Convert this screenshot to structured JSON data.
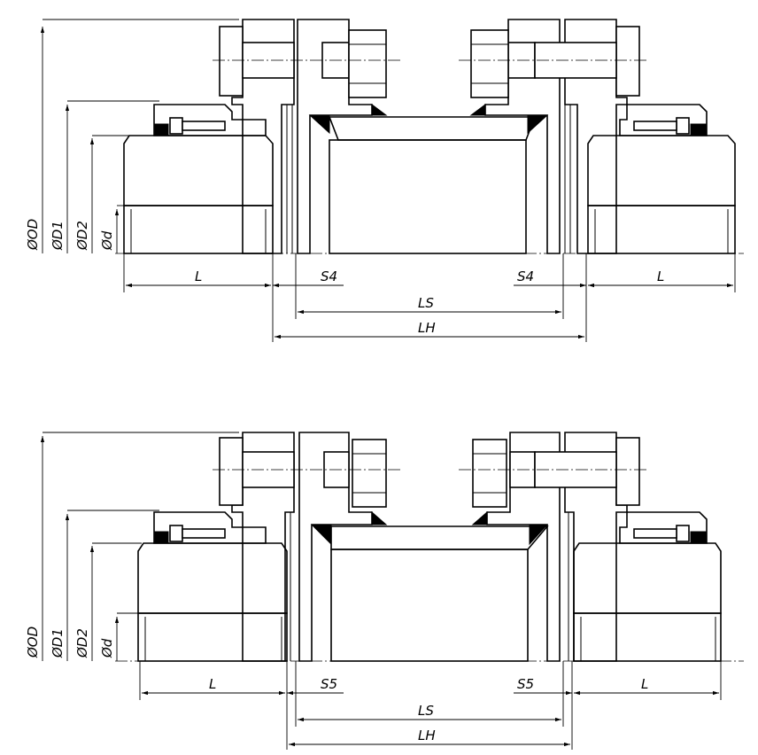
{
  "views": [
    {
      "id": "top",
      "labels": {
        "L_left": "L",
        "S_left": "S4",
        "S_right": "S4",
        "L_right": "L",
        "LS": "LS",
        "LH": "LH"
      },
      "diameters": [
        "ØOD",
        "ØD1",
        "ØD2",
        "Ød"
      ]
    },
    {
      "id": "bottom",
      "labels": {
        "L_left": "L",
        "S_left": "S5",
        "S_right": "S5",
        "L_right": "L",
        "LS": "LS",
        "LH": "LH"
      },
      "diameters": [
        "ØOD",
        "ØD1",
        "ØD2",
        "Ød"
      ]
    }
  ]
}
